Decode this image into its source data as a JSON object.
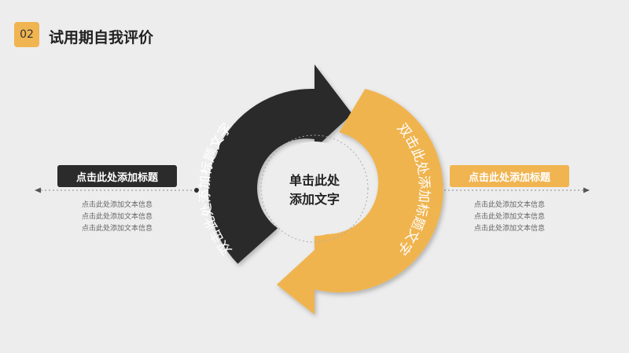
{
  "header": {
    "number": "02",
    "title": "试用期自我评价"
  },
  "center": {
    "line1": "单击此处",
    "line2": "添加文字"
  },
  "arrows": {
    "left_text": "双击此处添加标题文字",
    "right_text": "双击此处添加标题文字"
  },
  "left_panel": {
    "title": "点击此处添加标题",
    "lines": [
      "点击此处添加文本信息",
      "点击此处添加文本信息",
      "点击此处添加文本信息"
    ]
  },
  "right_panel": {
    "title": "点击此处添加标题",
    "lines": [
      "点击此处添加文本信息",
      "点击此处添加文本信息",
      "点击此处添加文本信息"
    ]
  },
  "colors": {
    "accent": "#f0b450",
    "dark": "#2b2b2b",
    "background": "#ededed"
  }
}
